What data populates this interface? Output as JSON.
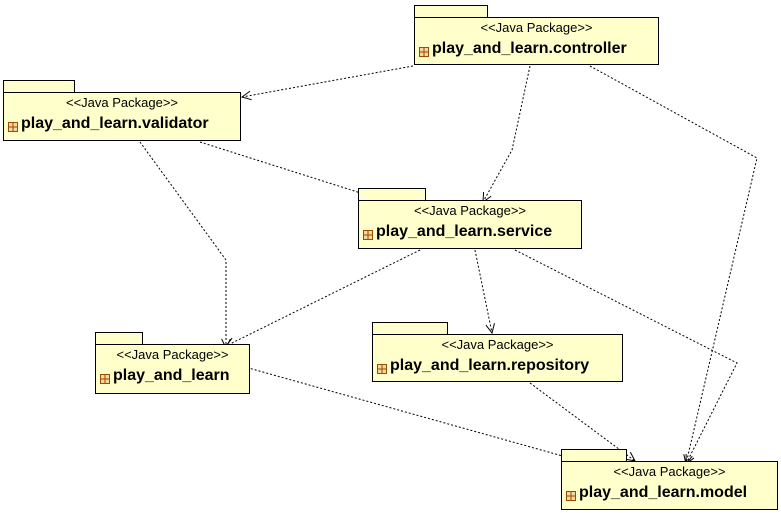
{
  "stereotype": "<<Java Package>>",
  "colors": {
    "fill": "#ffffcc",
    "line": "#000000",
    "icon_fill": "#f5d7a0",
    "icon_line": "#9c4a00"
  },
  "icons": {
    "package": "package-icon"
  },
  "packages": [
    {
      "id": "controller",
      "name": "play_and_learn.controller"
    },
    {
      "id": "validator",
      "name": "play_and_learn.validator"
    },
    {
      "id": "service",
      "name": "play_and_learn.service"
    },
    {
      "id": "root",
      "name": "play_and_learn"
    },
    {
      "id": "repository",
      "name": "play_and_learn.repository"
    },
    {
      "id": "model",
      "name": "play_and_learn.model"
    }
  ],
  "dependencies": [
    {
      "from": "controller",
      "to": "validator"
    },
    {
      "from": "controller",
      "to": "service"
    },
    {
      "from": "controller",
      "to": "model"
    },
    {
      "from": "validator",
      "to": "service"
    },
    {
      "from": "validator",
      "to": "root"
    },
    {
      "from": "service",
      "to": "root"
    },
    {
      "from": "service",
      "to": "repository"
    },
    {
      "from": "service",
      "to": "model"
    },
    {
      "from": "root",
      "to": "model"
    },
    {
      "from": "repository",
      "to": "model"
    }
  ]
}
